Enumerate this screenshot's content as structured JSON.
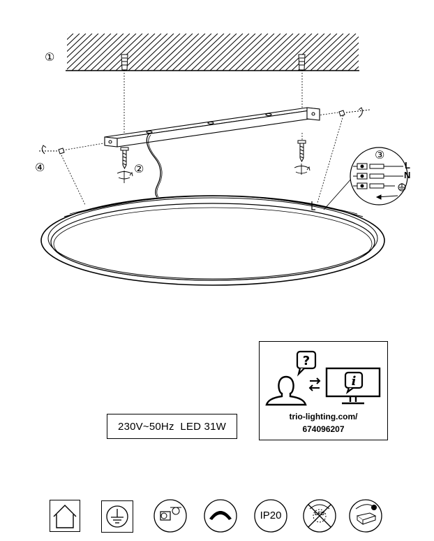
{
  "steps": {
    "s1": "①",
    "s2": "②",
    "s3": "③",
    "s4": "④"
  },
  "wiring": {
    "live": "L",
    "neutral": "N"
  },
  "spec": {
    "text": "230V~50Hz  LED 31W"
  },
  "info": {
    "url_line1": "trio-lighting.com/",
    "url_line2": "674096207",
    "question_mark": "?",
    "info_mark": "i"
  },
  "icons": [
    {
      "name": "indoor-use-house-icon"
    },
    {
      "name": "protection-class-1-earth-icon"
    },
    {
      "name": "bulb-included-icon"
    },
    {
      "name": "dimmable-icon"
    },
    {
      "name": "ip20-icon",
      "text": "IP20"
    },
    {
      "name": "led-not-replaceable-icon",
      "text": "LED"
    },
    {
      "name": "driver-replaceable-icon"
    }
  ],
  "colors": {
    "line": "#000000",
    "background": "#ffffff"
  }
}
